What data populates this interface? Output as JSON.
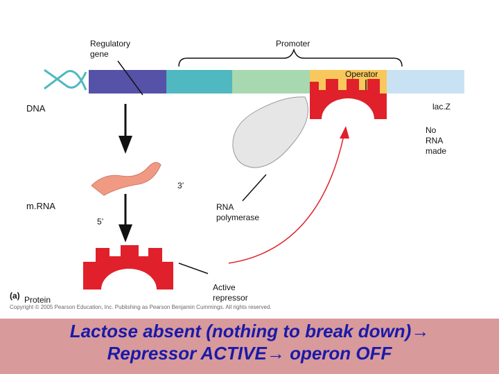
{
  "labels": {
    "regulatory_gene": "Regulatory\ngene",
    "promoter": "Promoter",
    "operator": "Operator",
    "dna": "DNA",
    "lacz": "lac.Z",
    "no_rna": "No\nRNA\nmade",
    "three_prime": "3’",
    "five_prime": "5’",
    "mrna": "m.RNA",
    "rna_polymerase": "RNA\npolymerase",
    "active_repressor": "Active\nrepressor",
    "protein": "Protein",
    "figure_tag": "(a)",
    "copyright": "Copyright © 2005 Pearson Education, Inc. Publishing as Pearson Benjamin Cummings. All rights reserved."
  },
  "caption": {
    "line1": "Lactose absent (nothing to break down)",
    "line2": "Repressor ACTIVE",
    "line2_end": "operon OFF"
  },
  "colors": {
    "regulatory_gene": "#5652a8",
    "promoter": "#4fb8c0",
    "gene_segment": "#a8d8b0",
    "operator": "#f8c85c",
    "lacz": "#c8e2f4",
    "repressor": "#e0202a",
    "mrna": "#f09a84",
    "polymerase": "#e6e6e6",
    "caption_bg": "#d99a9c",
    "caption_text": "#1a1aa8"
  },
  "icons": {
    "caption_arrow": "right-arrow-icon"
  }
}
